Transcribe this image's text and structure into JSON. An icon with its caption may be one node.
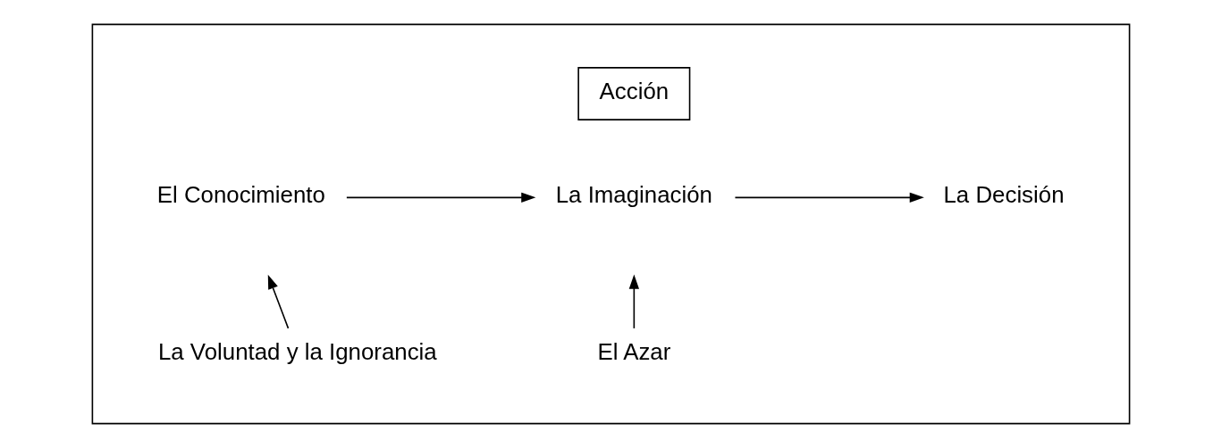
{
  "diagram": {
    "nodes": [
      {
        "text": [],
        "shape": "box"
      },
      {
        "text": [
          "Acción"
        ],
        "in": 0
      },
      {
        "text": [
          "El Conocimiento"
        ],
        "in": 0
      },
      {
        "text": [
          "La Imaginación"
        ],
        "in": 0
      },
      {
        "text": [
          "La Decisión"
        ],
        "in": 0
      },
      {
        "text": [
          "La Voluntad y la Ignorancia"
        ],
        "in": 0
      },
      {
        "text": [
          "El Azar"
        ],
        "in": 0
      }
    ],
    "edges": [
      {
        "from": 2,
        "to": 3,
        "arrow": "to"
      },
      {
        "from": 3,
        "to": 4,
        "arrow": "to"
      },
      {
        "from": 5,
        "to": null,
        "arrow": "to"
      },
      {
        "from": 6,
        "to": null,
        "arrow": "to"
      }
    ]
  }
}
